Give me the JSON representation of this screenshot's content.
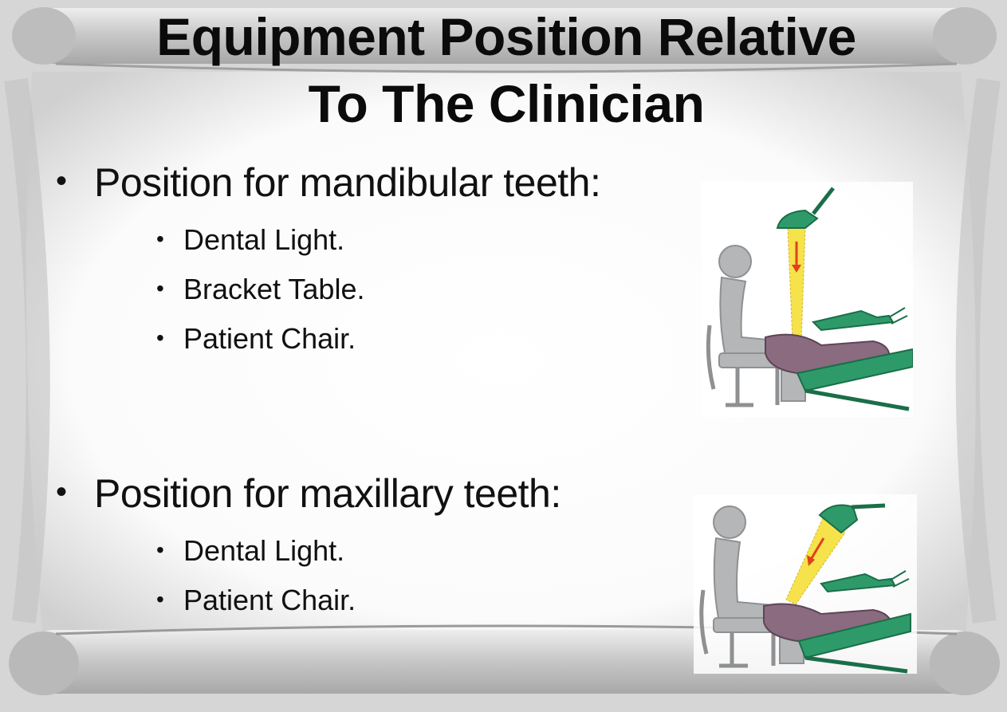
{
  "title": {
    "line1": "Equipment Position Relative",
    "line2": "To The Clinician"
  },
  "sections": [
    {
      "heading": "Position for mandibular teeth:",
      "items": [
        "Dental Light.",
        "Bracket Table.",
        "Patient Chair."
      ]
    },
    {
      "heading": "Position for maxillary teeth:",
      "items": [
        "Dental Light.",
        "Patient Chair."
      ]
    }
  ],
  "bullet_glyph": "•",
  "colors": {
    "text": "#111111",
    "equipment_green": "#2e9a6a",
    "light_beam": "#f6e24a",
    "arrow": "#e0401c",
    "clinician_gray": "#b4b6b8",
    "patient_purple": "#8a6b80"
  }
}
